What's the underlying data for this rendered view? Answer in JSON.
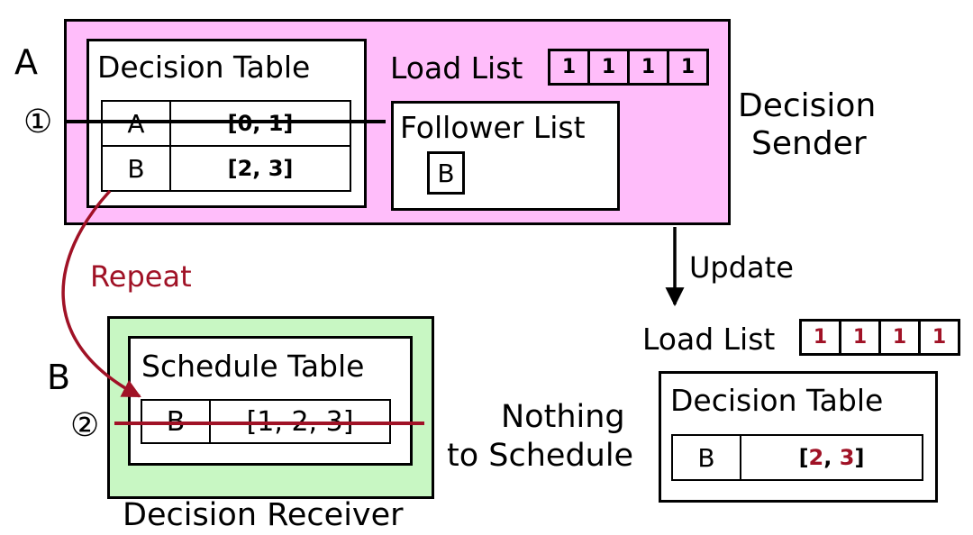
{
  "node_a": {
    "tag": "A",
    "role_line1": "Decision",
    "role_line2": "Sender",
    "decision_table": {
      "title": "Decision Table",
      "rows": [
        {
          "node": "A",
          "range": "[0, 1]",
          "struck": true
        },
        {
          "node": "B",
          "range": "[2, 3]",
          "struck": false
        }
      ]
    },
    "load_list": {
      "label": "Load List",
      "values": [
        "1",
        "1",
        "1",
        "1"
      ]
    },
    "follower_list": {
      "title": "Follower List",
      "items": [
        "B"
      ]
    }
  },
  "step_markers": {
    "first": "①",
    "second": "②"
  },
  "arrows": {
    "repeat": "Repeat",
    "update": "Update"
  },
  "updated_state": {
    "load_list": {
      "label": "Load List",
      "values": [
        "1",
        "1",
        "1",
        "1"
      ]
    },
    "decision_table": {
      "title": "Decision Table",
      "row": {
        "node": "B",
        "range_open": "[",
        "range_v1": "2",
        "range_sep": ", ",
        "range_v2": "3",
        "range_close": "]"
      }
    }
  },
  "node_b": {
    "tag": "B",
    "role": "Decision Receiver",
    "schedule_table": {
      "title": "Schedule Table",
      "row": {
        "node": "B",
        "range": "[1, 2, 3]",
        "struck": true
      }
    }
  },
  "note": {
    "line1": "Nothing",
    "line2": "to Schedule"
  },
  "colors": {
    "sender_fill": "#ffbdfa",
    "receiver_fill": "#c8f7c3",
    "accent": "#a01226"
  }
}
